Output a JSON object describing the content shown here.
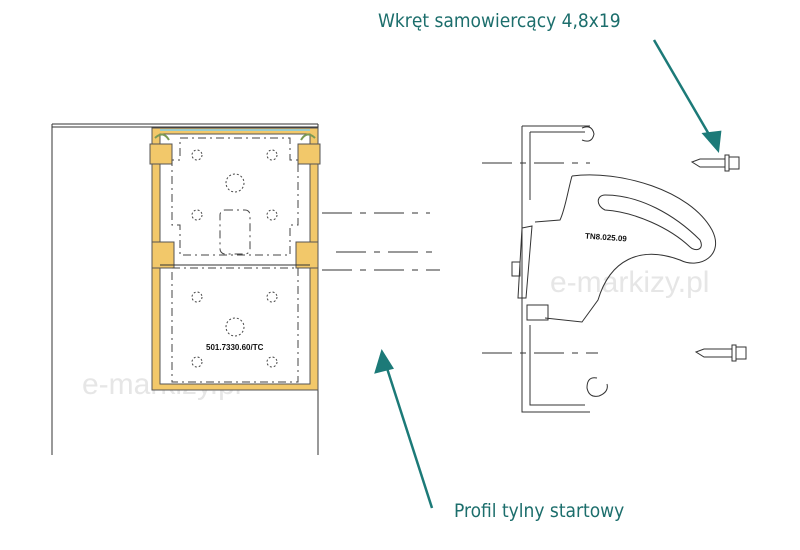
{
  "labels": {
    "screw": "Wkręt samowiercący 4,8x19",
    "profile": "Profil tylny startowy"
  },
  "part_codes": {
    "bracket": "TN8.025.09",
    "plate": "501.7330.60/TC"
  },
  "watermarks": [
    "e-markizy.pl",
    "e-markizy.pl"
  ],
  "colors": {
    "accent": "#1c7a78",
    "profile_fill": "#f2c86a",
    "line": "#333333"
  }
}
